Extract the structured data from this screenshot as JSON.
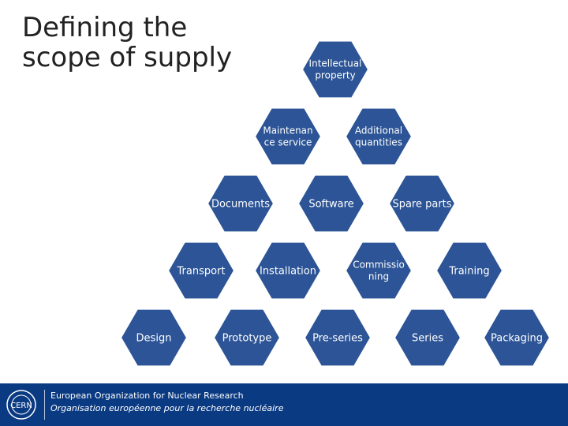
{
  "title": {
    "line1": "Defining the",
    "line2": "scope of supply"
  },
  "colors": {
    "hex_fill": "#2c5496",
    "hex_stroke": "#ffffff",
    "footer_bg": "#0a3a82",
    "title_text": "#222222"
  },
  "hexagons": [
    {
      "id": "intellectual-property",
      "lines": [
        "Intellectual",
        "property"
      ]
    },
    {
      "id": "maintenance-service",
      "lines": [
        "Maintenan",
        "ce service"
      ]
    },
    {
      "id": "additional-quantities",
      "lines": [
        "Additional",
        "quantities"
      ]
    },
    {
      "id": "documents",
      "lines": [
        "Documents"
      ]
    },
    {
      "id": "software",
      "lines": [
        "Software"
      ]
    },
    {
      "id": "spare-parts",
      "lines": [
        "Spare parts"
      ]
    },
    {
      "id": "transport",
      "lines": [
        "Transport"
      ]
    },
    {
      "id": "installation",
      "lines": [
        "Installation"
      ]
    },
    {
      "id": "commissioning",
      "lines": [
        "Commissio",
        "ning"
      ]
    },
    {
      "id": "training",
      "lines": [
        "Training"
      ]
    },
    {
      "id": "design",
      "lines": [
        "Design"
      ]
    },
    {
      "id": "prototype",
      "lines": [
        "Prototype"
      ]
    },
    {
      "id": "pre-series",
      "lines": [
        "Pre-series"
      ]
    },
    {
      "id": "series",
      "lines": [
        "Series"
      ]
    },
    {
      "id": "packaging",
      "lines": [
        "Packaging"
      ]
    }
  ],
  "footer": {
    "logo_text": "CERN",
    "line1": "European Organization for Nuclear Research",
    "line2": "Organisation européenne pour la recherche nucléaire"
  }
}
